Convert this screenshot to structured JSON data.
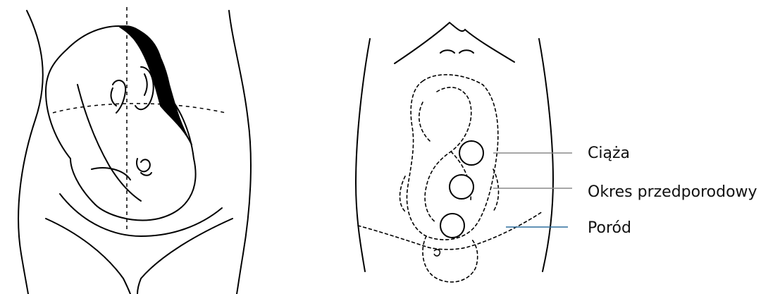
{
  "labels": {
    "pregnancy": "Ciąża",
    "prenatal": "Okres przedporodowy",
    "labor": "Poród"
  },
  "colors": {
    "line": "#000000",
    "leader_gray": "#8a8a8a",
    "leader_blue": "#2f6f9e",
    "text": "#111111"
  }
}
